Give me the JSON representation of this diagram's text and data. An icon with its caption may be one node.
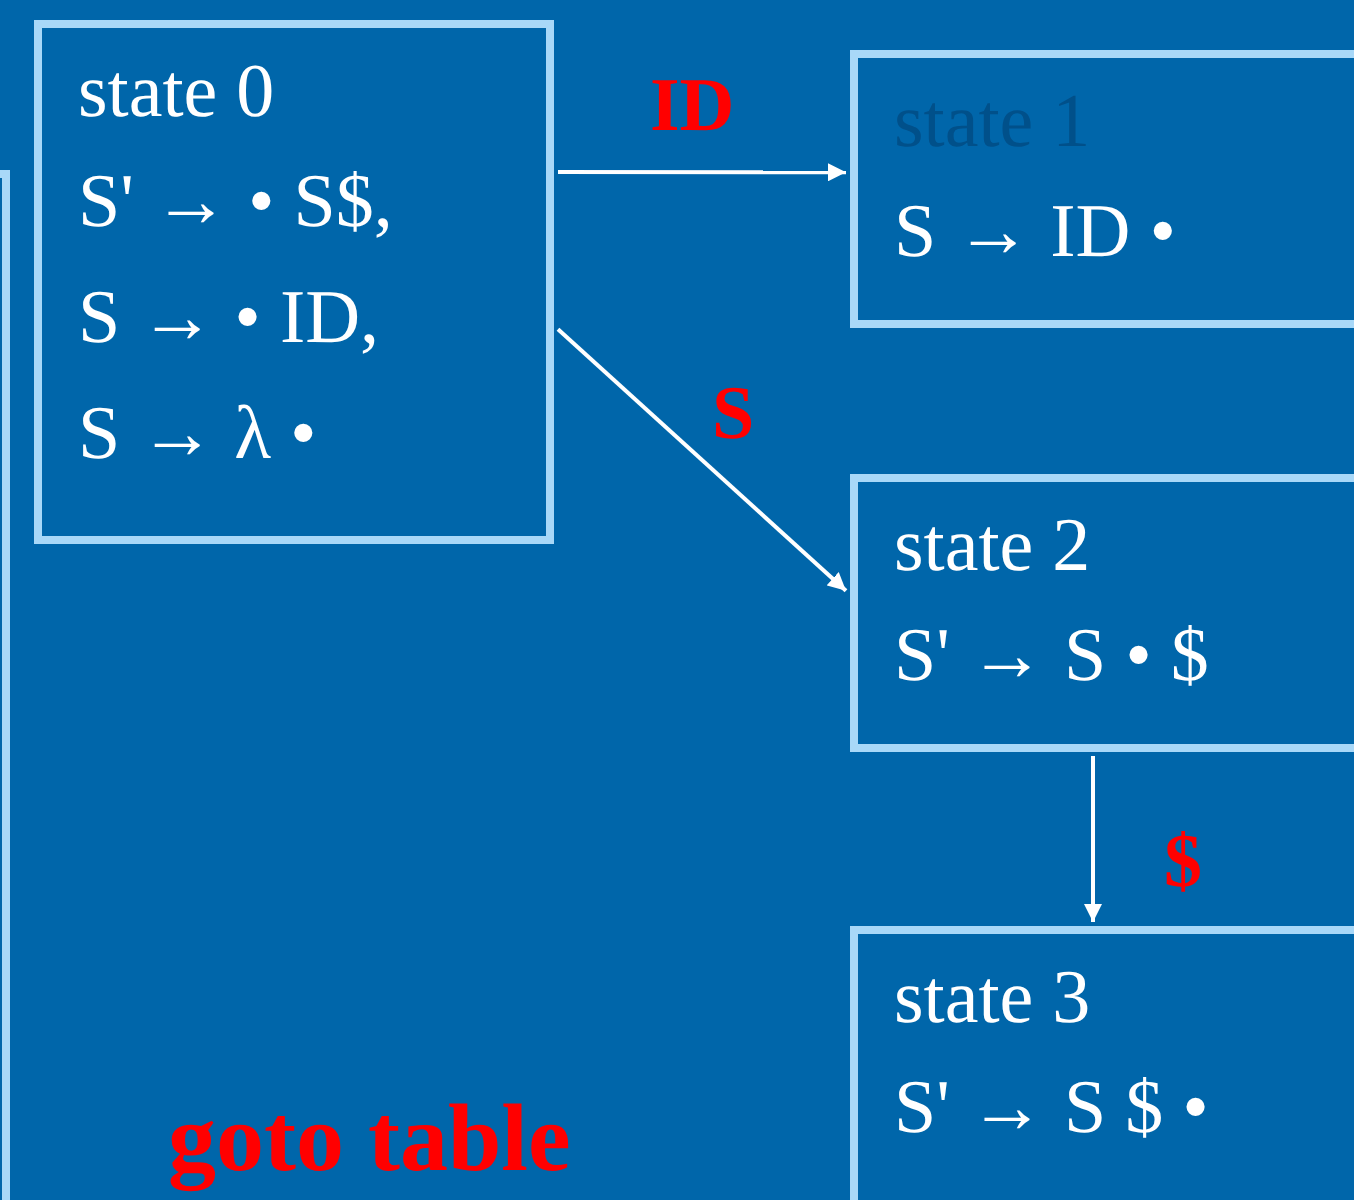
{
  "diagram": {
    "nodes": [
      {
        "text": [
          "state 0",
          "S' → • S$,",
          "S → • ID,",
          "S → λ •"
        ]
      },
      {
        "text": [
          "state 1",
          "S → ID •"
        ]
      },
      {
        "text": [
          "state 2",
          "S' → S • $"
        ]
      },
      {
        "text": [
          "state 3",
          "S' → S $ •"
        ]
      }
    ],
    "edges": [
      {
        "from": 0,
        "to": 1,
        "arrow": "to",
        "label": "ID"
      },
      {
        "from": 0,
        "to": 2,
        "arrow": "to",
        "label": "S"
      },
      {
        "from": 2,
        "to": 3,
        "arrow": "to",
        "label": "$"
      }
    ],
    "labels": [
      "goto table"
    ]
  }
}
